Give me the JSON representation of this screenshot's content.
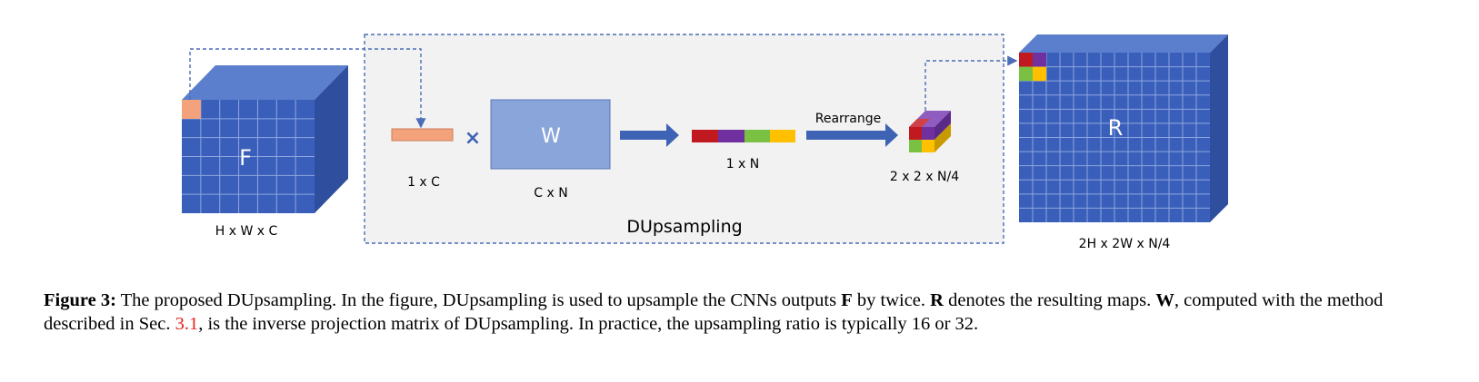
{
  "figure": {
    "input_tensor": {
      "letter": "F",
      "dims": "H x W x C"
    },
    "vector": {
      "dims": "1 x C"
    },
    "multiply_symbol": "×",
    "matrix": {
      "letter": "W",
      "dims": "C x N"
    },
    "output_vector": {
      "dims": "1 x N"
    },
    "rearrange_label": "Rearrange",
    "small_cube": {
      "dims": "2 x 2 x N/4"
    },
    "module_label": "DUpsampling",
    "output_tensor": {
      "letter": "R",
      "dims": "2H x 2W x N/4"
    },
    "colors": {
      "cube_front": "#3a5fba",
      "cube_top": "#5b7fcd",
      "cube_side": "#2f4f9e",
      "grid_line": "#8ea6de",
      "pixel_orange": "#f4a27c",
      "matrix_fill": "#8aa5da",
      "arrow": "#3f63b4",
      "dash": "#4b6cb7",
      "seg_red": "#c0191f",
      "seg_purple": "#7030a0",
      "seg_green": "#7ac143",
      "seg_yellow": "#ffc000"
    }
  },
  "caption": {
    "label": "Figure 3:",
    "t1": " The proposed DUpsampling. In the figure, DUpsampling is used to upsample the CNNs outputs ",
    "sym_f": "F",
    "t2": " by twice. ",
    "sym_r": "R",
    "t3": " denotes the resulting maps. ",
    "sym_w": "W",
    "t4": ", computed with the method described in Sec. ",
    "ref": "3.1",
    "t5": ", is the inverse projection matrix of DUpsampling. In practice, the upsampling ratio is typically 16 or 32."
  }
}
